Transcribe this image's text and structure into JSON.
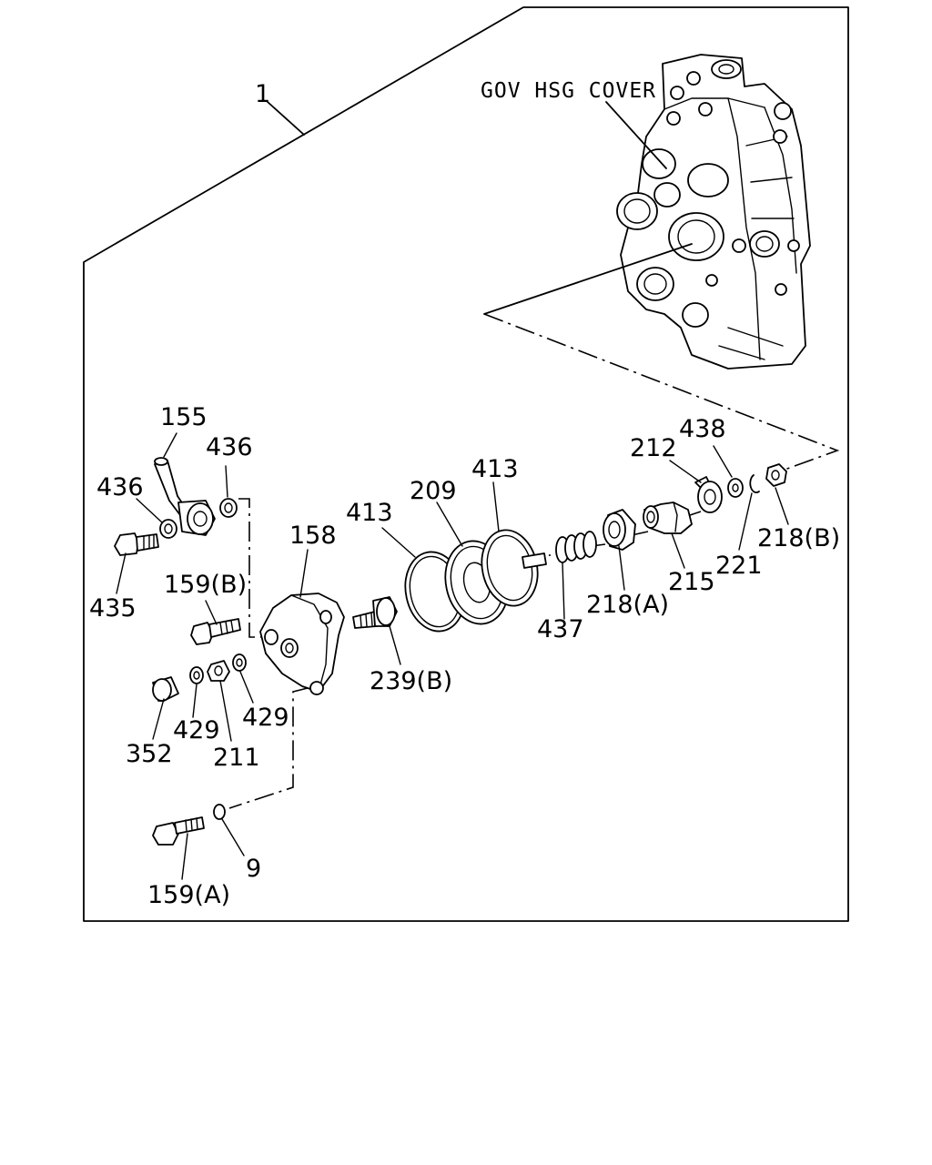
{
  "labels": {
    "l1": "1",
    "cover": "GOV HSG COVER",
    "l155": "155",
    "l436a": "436",
    "l436b": "436",
    "l435": "435",
    "l158": "158",
    "l159b": "159(B)",
    "l352": "352",
    "l429a": "429",
    "l211": "211",
    "l429b": "429",
    "l239b": "239(B)",
    "l413a": "413",
    "l209": "209",
    "l413b": "413",
    "l437": "437",
    "l218a": "218(A)",
    "l215": "215",
    "l212": "212",
    "l438": "438",
    "l221": "221",
    "l218b": "218(B)",
    "l9": "9",
    "l159a": "159(A)"
  }
}
